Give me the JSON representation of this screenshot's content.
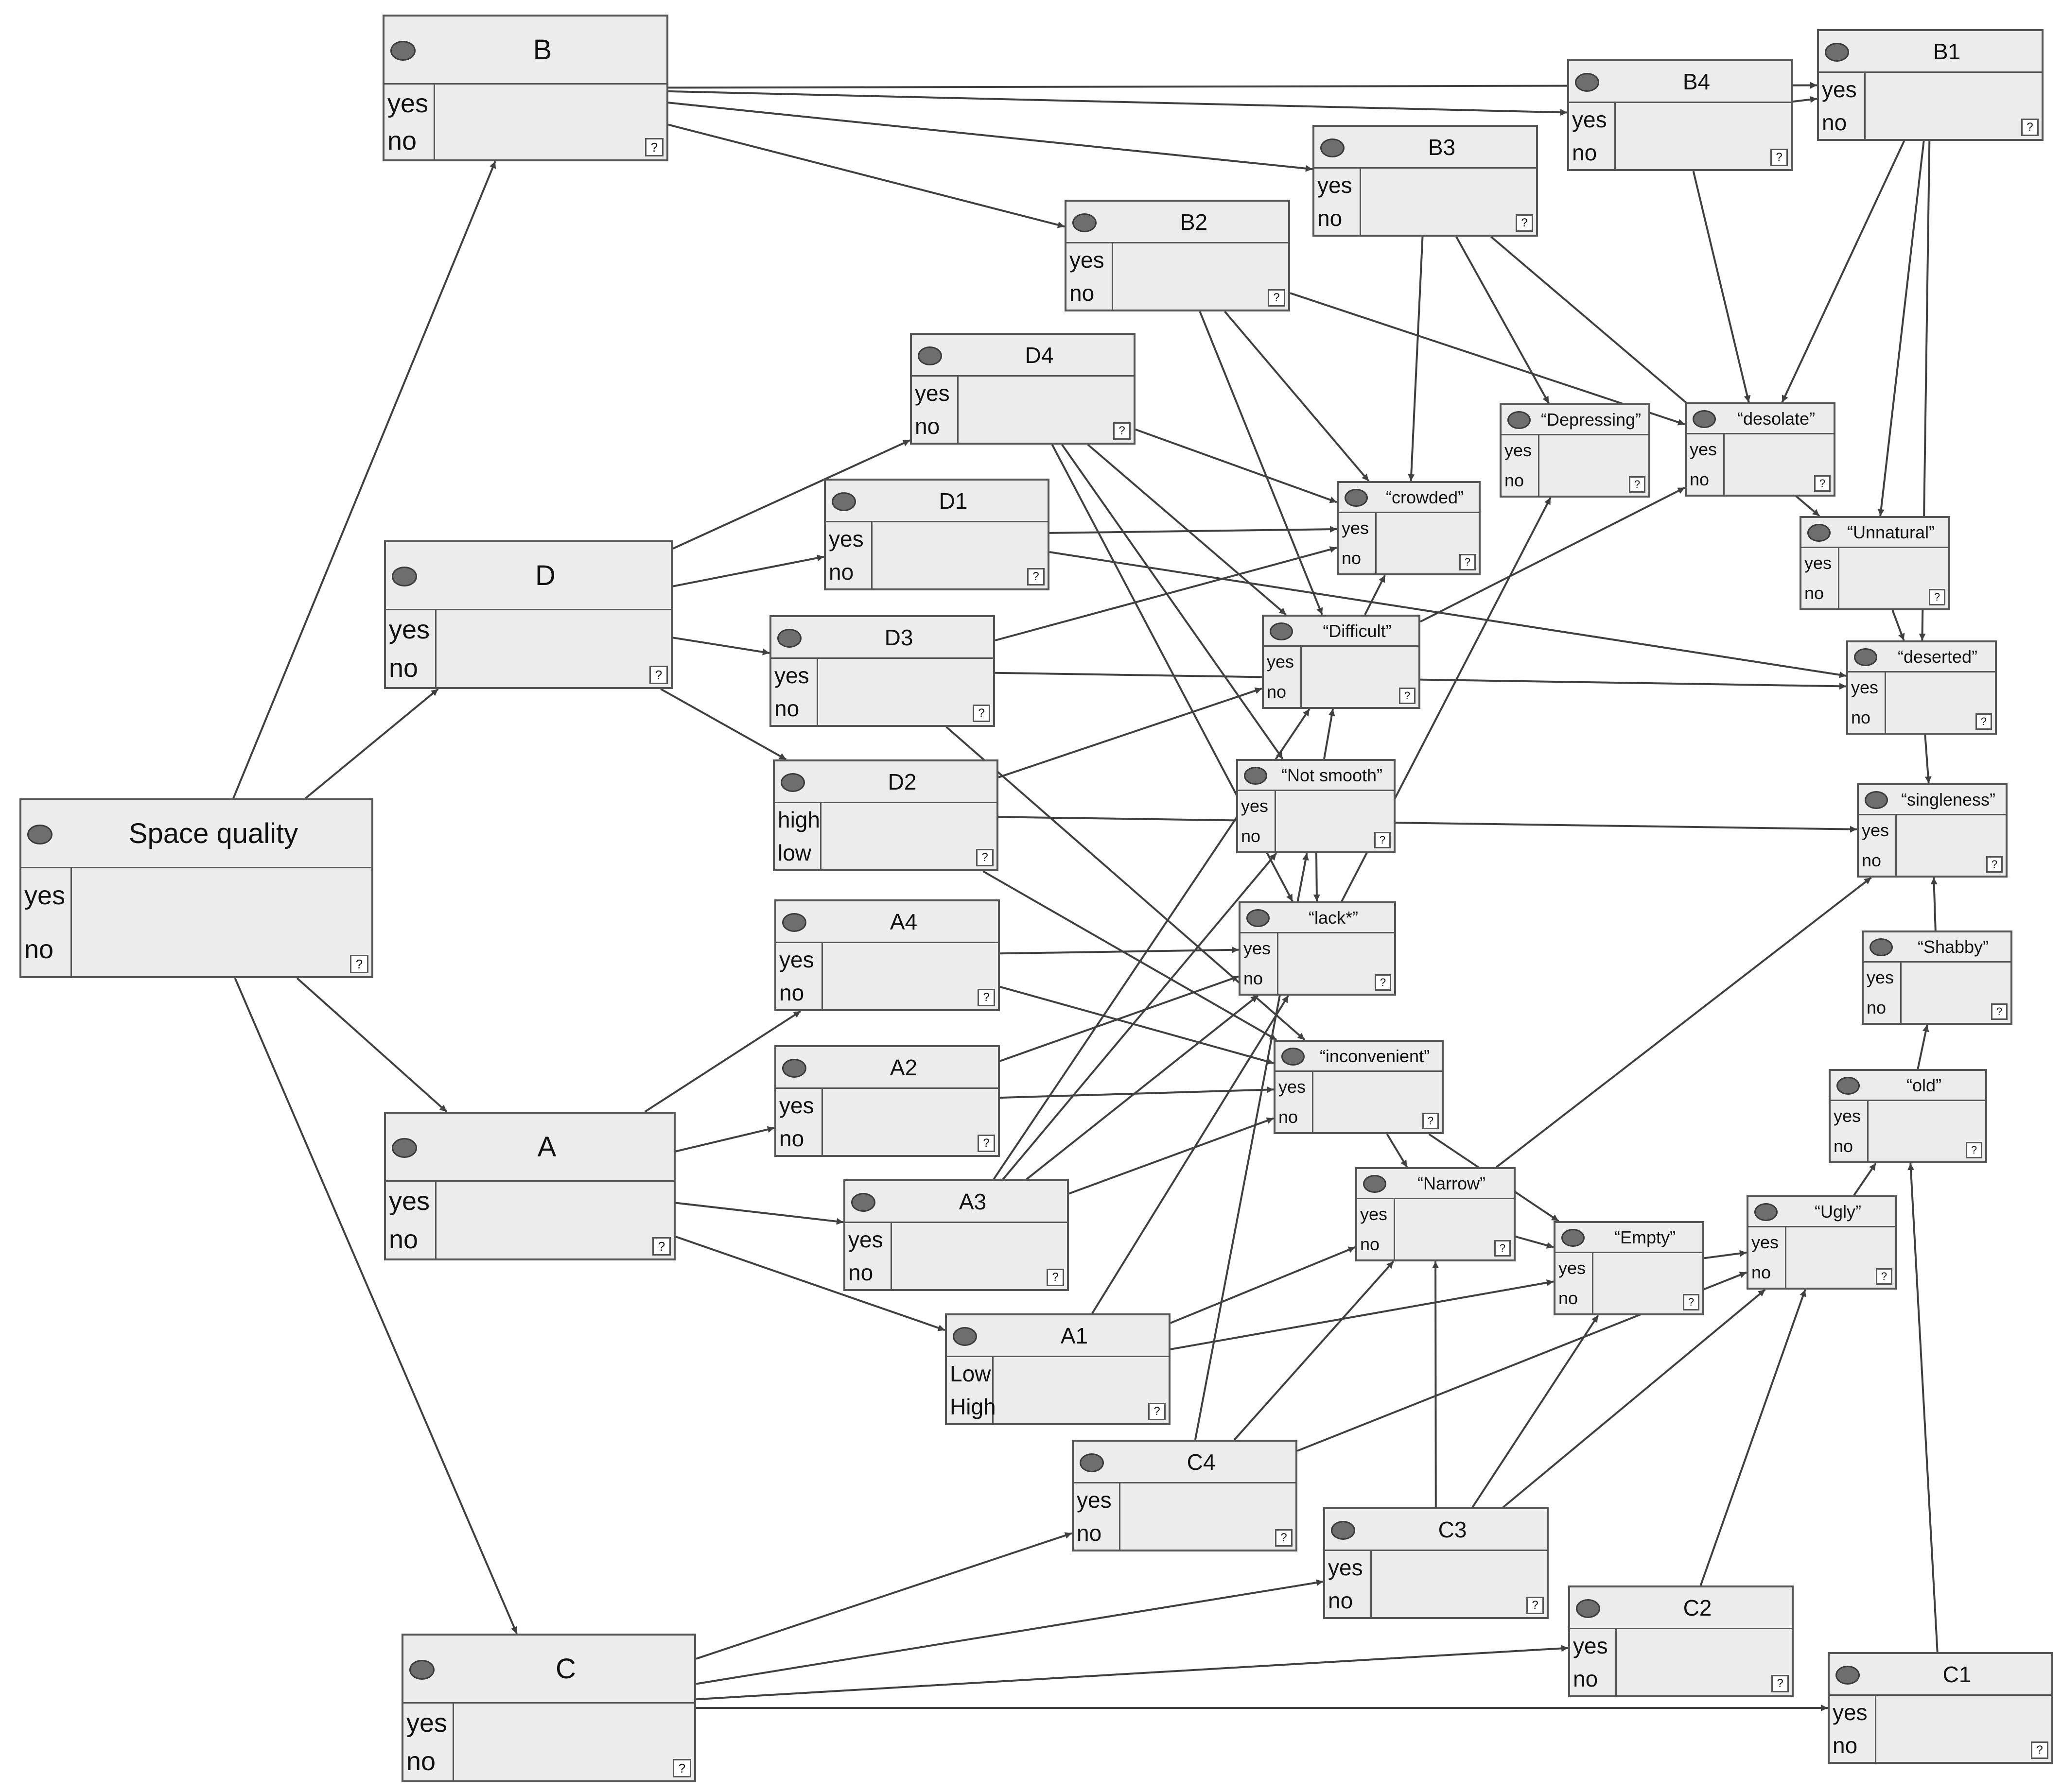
{
  "diagram": {
    "type": "bayesian-network",
    "colors": {
      "node_fill": "#ececec",
      "border": "#555555",
      "edge": "#404040",
      "dot": "#6e6e6e"
    },
    "help_icon": "?",
    "nodes": [
      {
        "id": "SQ",
        "title": "Space quality",
        "states": [
          "yes",
          "no"
        ]
      },
      {
        "id": "B",
        "title": "B",
        "states": [
          "yes",
          "no"
        ]
      },
      {
        "id": "D",
        "title": "D",
        "states": [
          "yes",
          "no"
        ]
      },
      {
        "id": "A",
        "title": "A",
        "states": [
          "yes",
          "no"
        ]
      },
      {
        "id": "C",
        "title": "C",
        "states": [
          "yes",
          "no"
        ]
      },
      {
        "id": "B1",
        "title": "B1",
        "states": [
          "yes",
          "no"
        ]
      },
      {
        "id": "B4",
        "title": "B4",
        "states": [
          "yes",
          "no"
        ]
      },
      {
        "id": "B3",
        "title": "B3",
        "states": [
          "yes",
          "no"
        ]
      },
      {
        "id": "B2",
        "title": "B2",
        "states": [
          "yes",
          "no"
        ]
      },
      {
        "id": "D4",
        "title": "D4",
        "states": [
          "yes",
          "no"
        ]
      },
      {
        "id": "D1",
        "title": "D1",
        "states": [
          "yes",
          "no"
        ]
      },
      {
        "id": "D3",
        "title": "D3",
        "states": [
          "yes",
          "no"
        ]
      },
      {
        "id": "D2",
        "title": "D2",
        "states": [
          "high",
          "low"
        ]
      },
      {
        "id": "A4",
        "title": "A4",
        "states": [
          "yes",
          "no"
        ]
      },
      {
        "id": "A2",
        "title": "A2",
        "states": [
          "yes",
          "no"
        ]
      },
      {
        "id": "A3",
        "title": "A3",
        "states": [
          "yes",
          "no"
        ]
      },
      {
        "id": "A1",
        "title": "A1",
        "states": [
          "Low",
          "High"
        ]
      },
      {
        "id": "C4",
        "title": "C4",
        "states": [
          "yes",
          "no"
        ]
      },
      {
        "id": "C3",
        "title": "C3",
        "states": [
          "yes",
          "no"
        ]
      },
      {
        "id": "C2",
        "title": "C2",
        "states": [
          "yes",
          "no"
        ]
      },
      {
        "id": "C1",
        "title": "C1",
        "states": [
          "yes",
          "no"
        ]
      },
      {
        "id": "DEP",
        "title": "“Depressing”",
        "states": [
          "yes",
          "no"
        ]
      },
      {
        "id": "DES",
        "title": "“desolate”",
        "states": [
          "yes",
          "no"
        ]
      },
      {
        "id": "CRO",
        "title": "“crowded”",
        "states": [
          "yes",
          "no"
        ]
      },
      {
        "id": "UNN",
        "title": "“Unnatural”",
        "states": [
          "yes",
          "no"
        ]
      },
      {
        "id": "DIF",
        "title": "“Difficult”",
        "states": [
          "yes",
          "no"
        ]
      },
      {
        "id": "DSR",
        "title": "“deserted”",
        "states": [
          "yes",
          "no"
        ]
      },
      {
        "id": "NSM",
        "title": "“Not smooth”",
        "states": [
          "yes",
          "no"
        ]
      },
      {
        "id": "SIN",
        "title": "“singleness”",
        "states": [
          "yes",
          "no"
        ]
      },
      {
        "id": "LAC",
        "title": "“lack*”",
        "states": [
          "yes",
          "no"
        ]
      },
      {
        "id": "SHA",
        "title": "“Shabby”",
        "states": [
          "yes",
          "no"
        ]
      },
      {
        "id": "INC",
        "title": "“inconvenient”",
        "states": [
          "yes",
          "no"
        ]
      },
      {
        "id": "OLD",
        "title": "“old”",
        "states": [
          "yes",
          "no"
        ]
      },
      {
        "id": "NAR",
        "title": "“Narrow”",
        "states": [
          "yes",
          "no"
        ]
      },
      {
        "id": "EMP",
        "title": "“Empty”",
        "states": [
          "yes",
          "no"
        ]
      },
      {
        "id": "UGL",
        "title": "“Ugly”",
        "states": [
          "yes",
          "no"
        ]
      }
    ],
    "edges": [
      [
        "SQ",
        "B"
      ],
      [
        "SQ",
        "D"
      ],
      [
        "SQ",
        "A"
      ],
      [
        "SQ",
        "C"
      ],
      [
        "B",
        "B4"
      ],
      [
        "B",
        "B3"
      ],
      [
        "B",
        "B2"
      ],
      [
        "B",
        "B1"
      ],
      [
        "D",
        "D4"
      ],
      [
        "D",
        "D1"
      ],
      [
        "D",
        "D3"
      ],
      [
        "D",
        "D2"
      ],
      [
        "A",
        "A4"
      ],
      [
        "A",
        "A2"
      ],
      [
        "A",
        "A3"
      ],
      [
        "A",
        "A1"
      ],
      [
        "C",
        "C4"
      ],
      [
        "C",
        "C3"
      ],
      [
        "C",
        "C2"
      ],
      [
        "C",
        "C1"
      ],
      [
        "B4",
        "B1"
      ],
      [
        "B4",
        "DES"
      ],
      [
        "B1",
        "DES"
      ],
      [
        "B1",
        "UNN"
      ],
      [
        "B1",
        "DSR"
      ],
      [
        "B3",
        "CRO"
      ],
      [
        "B3",
        "DEP"
      ],
      [
        "B3",
        "UNN"
      ],
      [
        "B2",
        "CRO"
      ],
      [
        "B2",
        "DIF"
      ],
      [
        "B2",
        "DES"
      ],
      [
        "D4",
        "CRO"
      ],
      [
        "D4",
        "DIF"
      ],
      [
        "D4",
        "NSM"
      ],
      [
        "D4",
        "LAC"
      ],
      [
        "D1",
        "CRO"
      ],
      [
        "D1",
        "DSR"
      ],
      [
        "D3",
        "CRO"
      ],
      [
        "D3",
        "DSR"
      ],
      [
        "D3",
        "INC"
      ],
      [
        "D2",
        "DIF"
      ],
      [
        "D2",
        "SIN"
      ],
      [
        "D2",
        "INC"
      ],
      [
        "A4",
        "LAC"
      ],
      [
        "A4",
        "INC"
      ],
      [
        "A2",
        "LAC"
      ],
      [
        "A2",
        "INC"
      ],
      [
        "A3",
        "NSM"
      ],
      [
        "A3",
        "LAC"
      ],
      [
        "A3",
        "INC"
      ],
      [
        "A3",
        "DIF"
      ],
      [
        "A1",
        "LAC"
      ],
      [
        "A1",
        "NAR"
      ],
      [
        "A1",
        "EMP"
      ],
      [
        "C4",
        "NSM"
      ],
      [
        "C4",
        "NAR"
      ],
      [
        "C4",
        "UGL"
      ],
      [
        "C3",
        "NAR"
      ],
      [
        "C3",
        "EMP"
      ],
      [
        "C3",
        "UGL"
      ],
      [
        "C2",
        "UGL"
      ],
      [
        "C1",
        "OLD"
      ],
      [
        "DIF",
        "CRO"
      ],
      [
        "DIF",
        "DES"
      ],
      [
        "NSM",
        "DIF"
      ],
      [
        "NSM",
        "LAC"
      ],
      [
        "LAC",
        "DEP"
      ],
      [
        "INC",
        "NAR"
      ],
      [
        "INC",
        "EMP"
      ],
      [
        "NAR",
        "EMP"
      ],
      [
        "NAR",
        "SIN"
      ],
      [
        "EMP",
        "UGL"
      ],
      [
        "UGL",
        "OLD"
      ],
      [
        "OLD",
        "SHA"
      ],
      [
        "SHA",
        "SIN"
      ],
      [
        "UNN",
        "DSR"
      ],
      [
        "DSR",
        "SIN"
      ]
    ]
  }
}
